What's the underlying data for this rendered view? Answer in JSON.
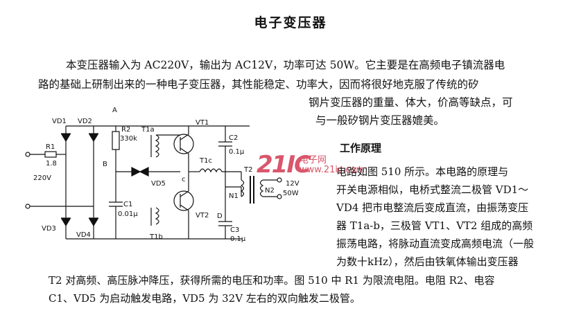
{
  "title": "电子变压器",
  "intro": {
    "line1": "本变压器输入为 AC220V，输出为 AC12V，功率可达 50W。它主要是在高频电子镇流器电",
    "line2": "路的基础上研制出来的一种电子变压器，其性能稳定、功率大，因而将很好地克服了传统的矽",
    "line3": "钢片变压器的重量、体大，价高等缺点，可",
    "line4": "与一般矽钢片变压器媲美。"
  },
  "section_heading": "工作原理",
  "principle": {
    "col1": "电路如图 510 所示。本电路的原理与",
    "col2": "开关电源相似，电桥式整流二极管 VD1～",
    "col3": "VD4 把市电整流后变成直流，由振荡变压",
    "col4": "器 T1a-b，三极管 VT1、VT2 组成的高频",
    "col5": "振荡电路，将脉动直流变成高频电流（一般",
    "col6": "为数十kHz），然后由铁氧体输出变压器",
    "full1": "T2 对高频、高压脉冲降压，获得所需的电压和功率。图 510 中 R1 为限流电阻。电阻 R2、电容",
    "full2": "C1、VD5 为启动触发电路，VD5 为 32V 左右的双向触发二极管。"
  },
  "watermark": {
    "big": "21IC",
    "cn": "电子网",
    "url": "www.21ic.com",
    "color": "#d9566b"
  },
  "circuit": {
    "VD1": "VD1",
    "VD2": "VD2",
    "VD3": "VD3",
    "VD4": "VD4",
    "R1": "R1",
    "R1_val": "1.8",
    "input": "220V",
    "A": "A",
    "B": "B",
    "C": "c",
    "D": "D",
    "R2": "R2",
    "R2_val": "330k",
    "C1": "C1",
    "C1_val": "0.01μ",
    "VD5": "VD5",
    "T1a": "T1a",
    "T1b": "T1b",
    "T1c": "T1c",
    "VT1": "VT1",
    "VT2": "VT2",
    "C2": "C2",
    "C2_val": "0.1μ",
    "C3": "C3",
    "C3_val": "0.1μ",
    "T2": "T2",
    "N1": "N1",
    "N2": "N2",
    "out_v": "12V",
    "out_p": "50W"
  }
}
